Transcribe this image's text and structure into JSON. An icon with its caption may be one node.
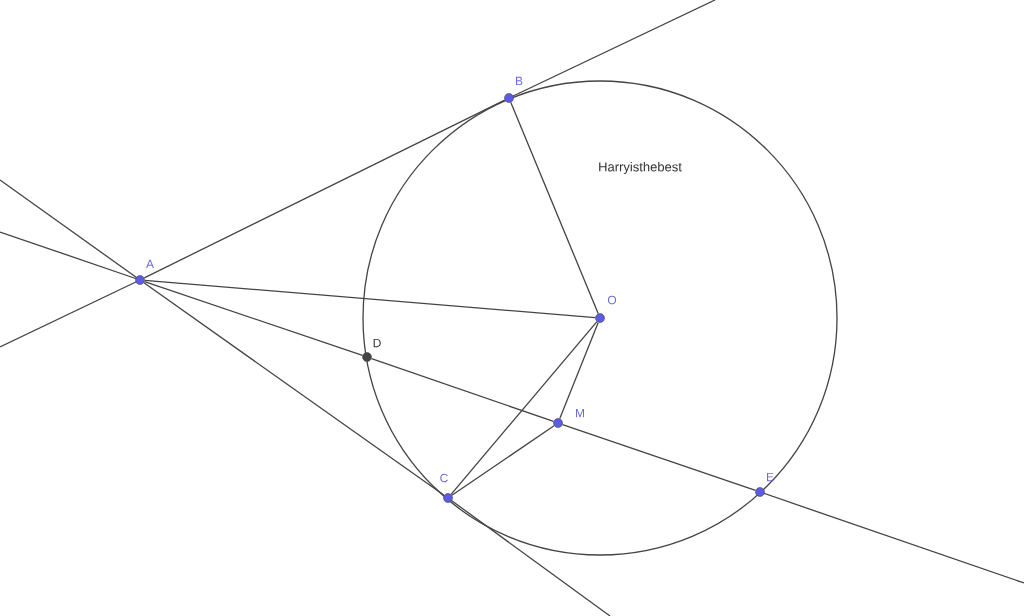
{
  "diagram": {
    "nodes": [
      {
        "text": [
          "A"
        ]
      },
      {
        "text": [
          "B"
        ]
      },
      {
        "text": [
          "O"
        ]
      },
      {
        "text": [
          "D"
        ]
      },
      {
        "text": [
          "M"
        ]
      },
      {
        "text": [
          "C"
        ]
      },
      {
        "text": [
          "E"
        ]
      }
    ],
    "edges": [
      {
        "from": 0,
        "to": 1,
        "arrow": "none"
      },
      {
        "from": 0,
        "to": 5,
        "arrow": "none"
      },
      {
        "from": 0,
        "to": 2,
        "arrow": "none"
      },
      {
        "from": 0,
        "to": 3,
        "arrow": "none"
      },
      {
        "from": 3,
        "to": 4,
        "arrow": "none"
      },
      {
        "from": 4,
        "to": 6,
        "arrow": "none"
      },
      {
        "from": 1,
        "to": 2,
        "arrow": "none"
      },
      {
        "from": 2,
        "to": 5,
        "arrow": "none"
      },
      {
        "from": 2,
        "to": 4,
        "arrow": "none"
      },
      {
        "from": 4,
        "to": 5,
        "arrow": "none"
      }
    ],
    "labels": [
      "Harryisthebest"
    ]
  }
}
